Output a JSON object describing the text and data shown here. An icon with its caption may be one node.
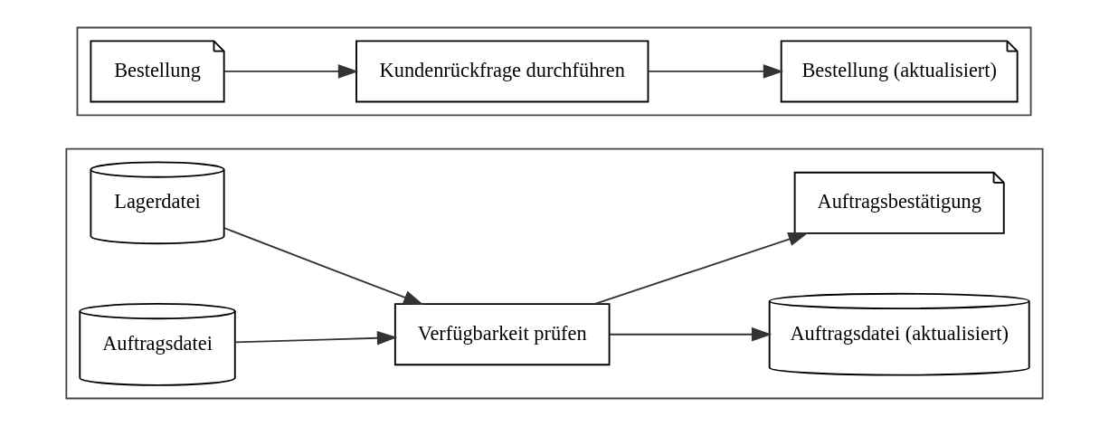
{
  "diagram": {
    "nodes": [
      {
        "text": [],
        "shape": "box"
      },
      {
        "text": [
          "Bestellung"
        ],
        "in": 0
      },
      {
        "text": [
          "Kundenrückfrage durchführen"
        ],
        "in": 0
      },
      {
        "text": [
          "Bestellung (aktualisiert)"
        ],
        "in": 0
      },
      {
        "text": [],
        "shape": "box"
      },
      {
        "text": [
          "Lagerdatei"
        ],
        "in": 4
      },
      {
        "text": [
          "Auftragsdatei"
        ],
        "in": 4
      },
      {
        "text": [
          "Verfügbarkeit prüfen"
        ],
        "in": 4
      },
      {
        "text": [
          "Auftragsdatei (aktualisiert)"
        ],
        "in": 4
      },
      {
        "text": [
          "Auftragsbestätigung"
        ],
        "in": 4
      }
    ],
    "edges": [
      {
        "from": 1,
        "to": 2,
        "arrow": "to"
      },
      {
        "from": 2,
        "to": 3,
        "arrow": "to"
      },
      {
        "from": 5,
        "to": 7,
        "arrow": "to"
      },
      {
        "from": 6,
        "to": 7,
        "arrow": "to"
      },
      {
        "from": 7,
        "to": 8,
        "arrow": "to"
      },
      {
        "from": 7,
        "to": 9,
        "arrow": "to"
      }
    ]
  }
}
